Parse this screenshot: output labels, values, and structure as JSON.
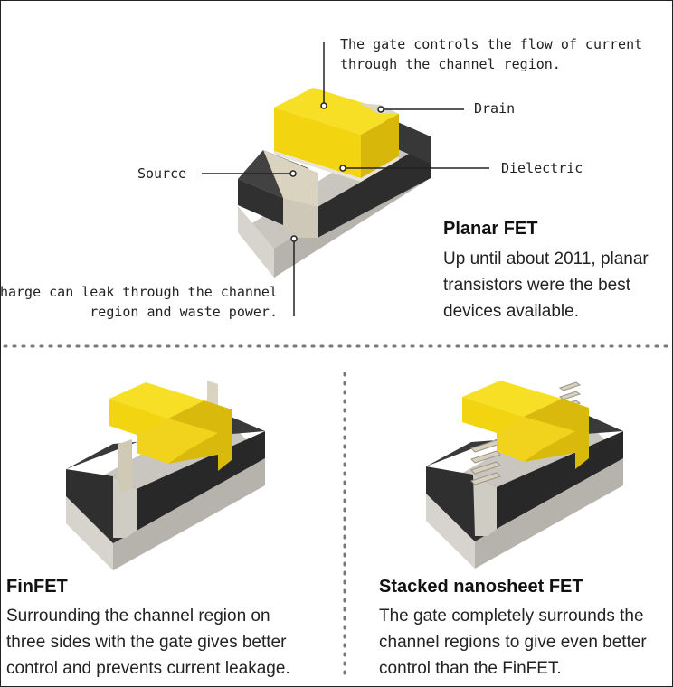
{
  "planar": {
    "gate_note": [
      "The gate controls the flow of current",
      "through the channel region."
    ],
    "drain_label": "Drain",
    "source_label": "Source",
    "dielectric_label": "Dielectric",
    "leak_note": [
      "Charge can leak through the channel",
      "region and waste power."
    ],
    "title": "Planar FET",
    "description": [
      "Up until about 2011, planar",
      "transistors were the best",
      "devices available."
    ]
  },
  "finfet": {
    "title": "FinFET",
    "description": [
      "Surrounding the channel region on",
      "three sides with the gate gives better",
      "control and prevents current leakage."
    ]
  },
  "nanosheet": {
    "title": "Stacked nanosheet FET",
    "description": [
      "The gate completely surrounds the",
      "channel regions to give even better",
      "control than the FinFET."
    ]
  },
  "colors": {
    "gate_yellow": "#f5d80e",
    "oxide_dark": "#3a3a3a",
    "substrate_gray": "#cfccc6",
    "channel_beige": "#d8d2bf"
  }
}
